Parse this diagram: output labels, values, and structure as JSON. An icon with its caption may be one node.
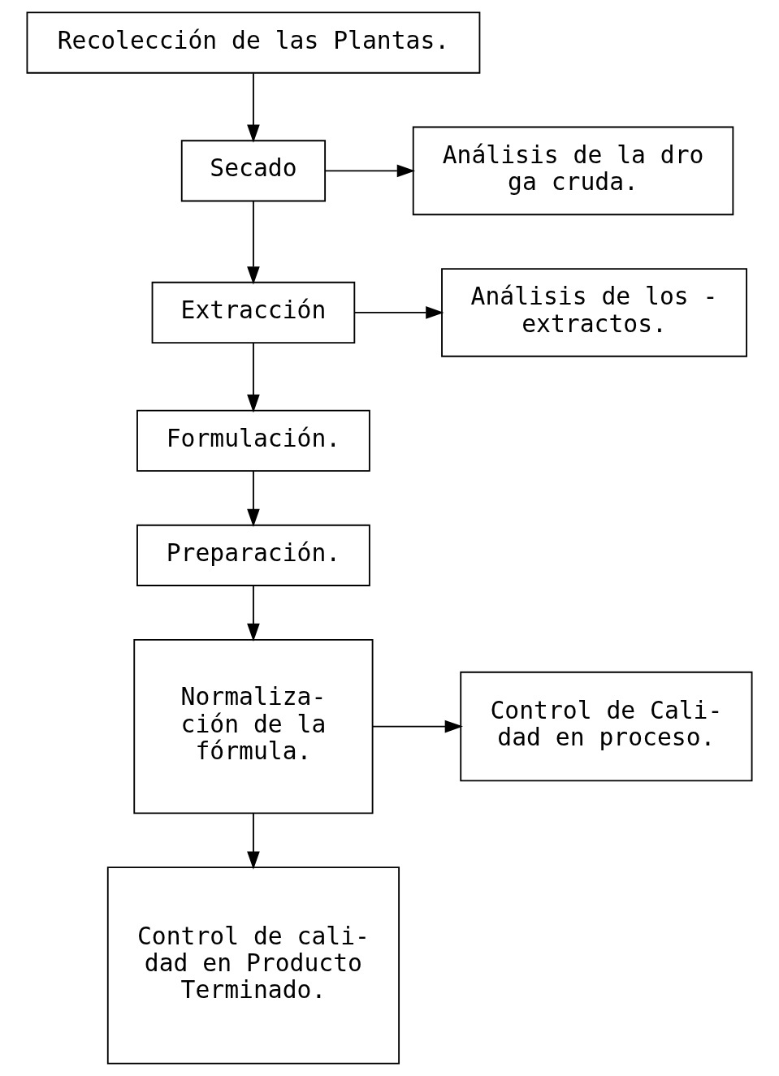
{
  "diagram": {
    "nodes": [
      {
        "text": [
          "Recolección de las Plantas."
        ]
      },
      {
        "text": [
          "Secado"
        ]
      },
      {
        "text": [
          "Análisis de la dro ga cruda."
        ]
      },
      {
        "text": [
          "Extracción"
        ]
      },
      {
        "text": [
          "Análisis de los - extractos."
        ]
      },
      {
        "text": [
          "Formulación."
        ]
      },
      {
        "text": [
          "Preparación."
        ]
      },
      {
        "text": [
          "Normaliza- ción de la fórmula."
        ]
      },
      {
        "text": [
          "Control de Cali- dad en proceso."
        ]
      },
      {
        "text": [
          "Control de cali- dad en Producto Terminado."
        ]
      }
    ],
    "edges": [
      {
        "from": 0,
        "to": 1,
        "arrow": "to"
      },
      {
        "from": 1,
        "to": 2,
        "arrow": "to"
      },
      {
        "from": 1,
        "to": 3,
        "arrow": "to"
      },
      {
        "from": 3,
        "to": 4,
        "arrow": "to"
      },
      {
        "from": 3,
        "to": 5,
        "arrow": "to"
      },
      {
        "from": 5,
        "to": 6,
        "arrow": "to"
      },
      {
        "from": 6,
        "to": 7,
        "arrow": "to"
      },
      {
        "from": 7,
        "to": 8,
        "arrow": "to"
      },
      {
        "from": 7,
        "to": 9,
        "arrow": "to"
      }
    ]
  }
}
